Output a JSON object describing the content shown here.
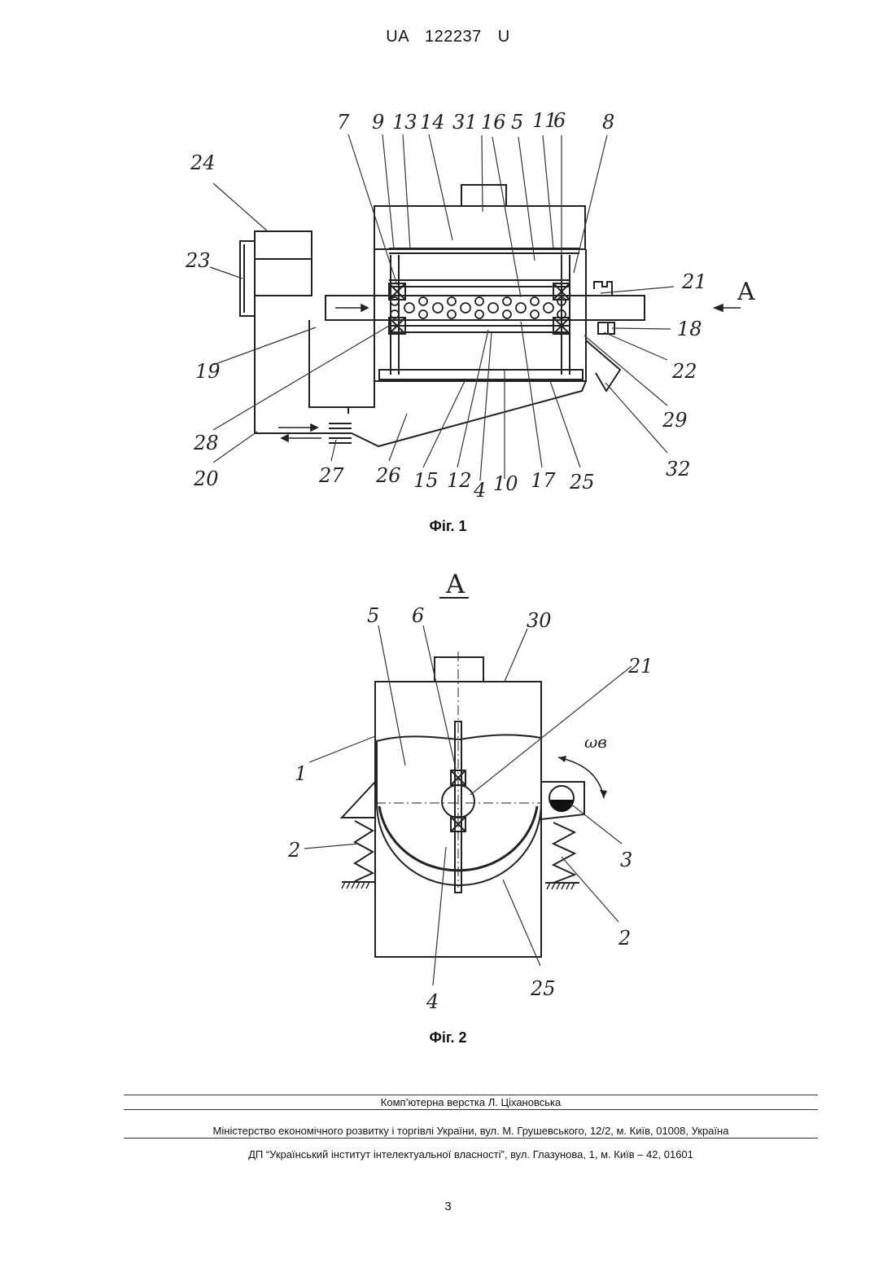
{
  "header": {
    "doc_number": "UA   122237   U"
  },
  "figure1": {
    "caption": "Фіг. 1",
    "view_marker": "A",
    "labels": [
      "7",
      "9",
      "13",
      "14",
      "31",
      "16",
      "5",
      "11",
      "6",
      "8",
      "24",
      "23",
      "21",
      "18",
      "22",
      "29",
      "32",
      "19",
      "28",
      "20",
      "27",
      "26",
      "15",
      "12",
      "4",
      "10",
      "17",
      "25"
    ]
  },
  "figure2": {
    "caption": "Фіг. 2",
    "view_marker": "A",
    "omega_label": "ωв",
    "labels": [
      "5",
      "6",
      "30",
      "21",
      "1",
      "2",
      "3",
      "2",
      "4",
      "25"
    ]
  },
  "footer": {
    "line1": "Комп’ютерна верстка Л. Ціхановська",
    "line2": "Міністерство економічного розвитку і торгівлі України, вул. М. Грушевського, 12/2, м. Київ, 01008, Україна",
    "line3": "ДП “Український інститут інтелектуальної власності”, вул. Глазунова, 1, м. Київ – 42, 01601"
  },
  "page_number": "3"
}
